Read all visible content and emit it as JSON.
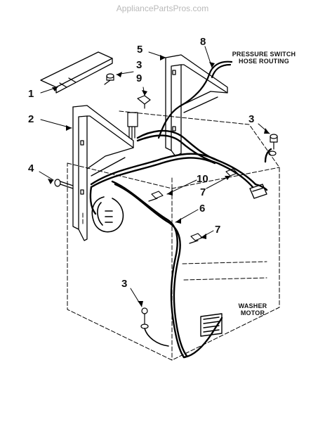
{
  "watermark": "AppliancePartsPros.com",
  "callouts": {
    "c1": "1",
    "c2": "2",
    "c3a": "3",
    "c3b": "3",
    "c3c": "3",
    "c4": "4",
    "c5": "5",
    "c6": "6",
    "c7a": "7",
    "c7b": "7",
    "c8": "8",
    "c9": "9",
    "c10": "10"
  },
  "notes": {
    "pressure_line1": "PRESSURE SWITCH",
    "pressure_line2": "HOSE ROUTING",
    "motor_line1": "WASHER",
    "motor_line2": "MOTOR"
  }
}
